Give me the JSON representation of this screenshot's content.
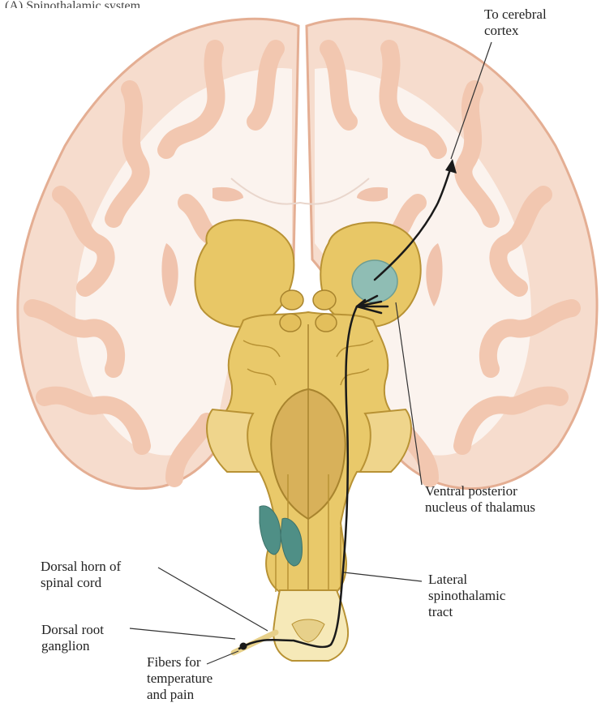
{
  "header_fragment": "(A) Spinothalamic system",
  "labels": {
    "to_cerebral_cortex": "To cerebral\ncortex",
    "ventral_posterior_nucleus": "Ventral posterior\nnucleus of thalamus",
    "dorsal_horn": "Dorsal horn of\nspinal cord",
    "lateral_spinothalamic_tract": "Lateral\nspinothalamic\ntract",
    "dorsal_root_ganglion": "Dorsal root\nganglion",
    "fibers": "Fibers for\ntemperature\nand pain"
  },
  "colors": {
    "cortex_fill": "#f4d0bc",
    "cortex_stroke": "#e0a88c",
    "white_matter": "#fbf3ee",
    "brainstem_fill": "#e9c96a",
    "brainstem_shade": "#c9a23f",
    "nucleus_fill": "#8fbdb4",
    "tract_fill": "#4f8f86",
    "pathway_line": "#1a1a1a"
  }
}
